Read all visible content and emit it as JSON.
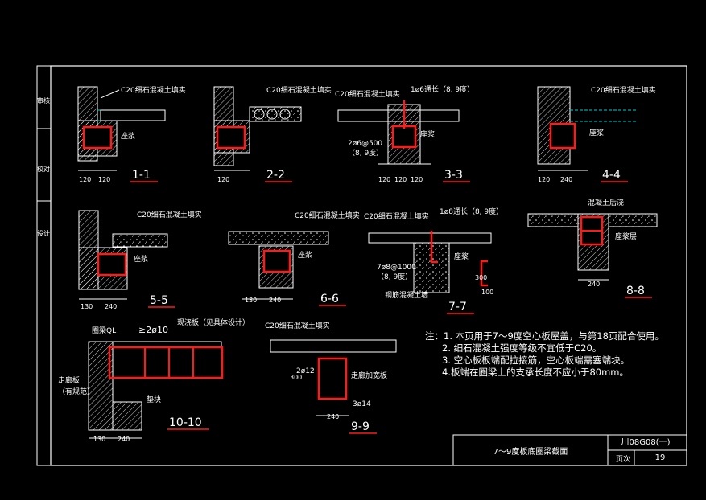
{
  "sections": [
    {
      "id": "1-1",
      "label": "1-1",
      "fill_note": "C20细石混凝土填实",
      "slab_note": "",
      "mortar_note": "座浆",
      "dims": [
        "120",
        "120"
      ]
    },
    {
      "id": "2-2",
      "label": "2-2",
      "fill_note": "C20细石混凝土填实",
      "dims": [
        "120"
      ]
    },
    {
      "id": "3-3",
      "label": "3-3",
      "fill_note": "C20细石混凝土填实",
      "bar_note": "1ø6通长（8, 9度）",
      "tie_note": "2ø6@500",
      "tie_note2": "（8, 9度）",
      "mortar_note": "座浆",
      "dims": [
        "120",
        "120",
        "120"
      ]
    },
    {
      "id": "4-4",
      "label": "4-4",
      "fill_note": "C20细石混凝土填实",
      "mortar_note": "座浆",
      "dims": [
        "120",
        "240"
      ]
    },
    {
      "id": "5-5",
      "label": "5-5",
      "fill_note": "C20细石混凝土填实",
      "mortar_note": "座浆",
      "dims": [
        "130",
        "240"
      ]
    },
    {
      "id": "6-6",
      "label": "6-6",
      "fill_note": "C20细石混凝土填实",
      "mortar_note": "座浆",
      "dims": [
        "130",
        "240"
      ]
    },
    {
      "id": "7-7",
      "label": "7-7",
      "fill_note": "C20细石混凝土填实",
      "bar_note": "1ø8通长（8, 9度）",
      "tie_note": "7ø8@1000",
      "tie_note2": "（8, 9度）",
      "mortar_note": "座浆",
      "wall_note": "钢筋混凝土墙",
      "hook_dims": [
        "300",
        "100"
      ]
    },
    {
      "id": "8-8",
      "label": "8-8",
      "fill_note": "混凝土后浇",
      "mortar_note": "座浆层",
      "dims": [
        "240"
      ]
    },
    {
      "id": "9-9",
      "label": "9-9",
      "fill_note": "C20细石混凝土填实",
      "bar_note1": "2ø12",
      "bar_note2": "3ø14",
      "edge_note": "走廊加宽板",
      "dims": [
        "240"
      ],
      "height": "300"
    },
    {
      "id": "10-10",
      "label": "10-10",
      "ring_beam": "圈梁QL",
      "bars": "≥2ø10",
      "cast_note": "现浇板（见具体设计）",
      "corridor_note1": "走廊板",
      "corridor_note2": "（有规范）",
      "cushion": "垫块",
      "dims": [
        "130",
        "240"
      ]
    }
  ],
  "notes": [
    "注：1.  本页用于7～9度空心板屋盖，与第18页配合使用。",
    "2.  细石混凝土强度等级不宜低于C20。",
    "3.  空心板板端配拉接筋，空心板端需塞端块。",
    "4.板端在圈梁上的支承长度不应小于80mm。"
  ],
  "title_block": {
    "title": "7～9度板底圈梁截面",
    "drawing_code": "川08G08(一)",
    "page_label": "页次",
    "page_number": "19"
  },
  "side_labels": [
    "审核",
    "校对",
    "设计"
  ],
  "colors": {
    "background": "#000000",
    "lines": "#ffffff",
    "rebar": "#ff1a1a",
    "dash": "#00cccc",
    "fill": "#ffffff"
  }
}
